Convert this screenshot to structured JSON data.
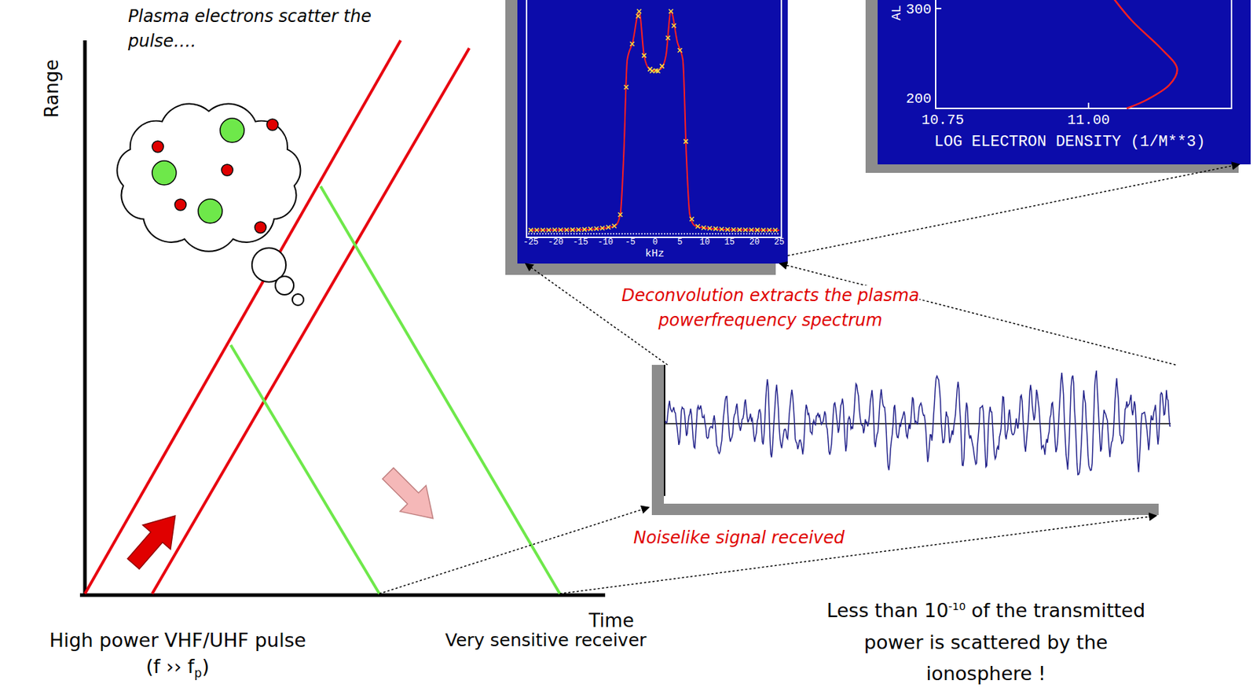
{
  "diagram": {
    "nodes": [
      {
        "text": [
          "-25",
          "-20",
          "-15",
          "-10",
          "-5",
          "0",
          "5",
          "10",
          "15",
          "20",
          "25",
          "kHz"
        ]
      },
      {
        "text": [
          "AL",
          "300",
          "200",
          "10.75",
          "11.00",
          "LOG ELECTRON DENSITY (1/M**3)"
        ]
      },
      {
        "text": [
          "Noiselike signal received"
        ]
      }
    ],
    "edges": [
      {
        "from": 2,
        "to": 0,
        "arrow": "to"
      },
      {
        "from": 2,
        "to": 0,
        "arrow": "to"
      },
      {
        "from": 0,
        "to": 1,
        "arrow": "to"
      }
    ],
    "labels": [
      "Plasma electrons scatter the pulse….",
      "Range",
      "Time",
      "High power VHF/UHF pulse",
      "(f ›› f",
      "p",
      ")",
      "Very sensitive receiver",
      "Deconvolution extracts the plasma powerfrequency spectrum",
      "Less than 10",
      "-10",
      "of the transmitted power is scattered by the ionosphere !"
    ]
  }
}
